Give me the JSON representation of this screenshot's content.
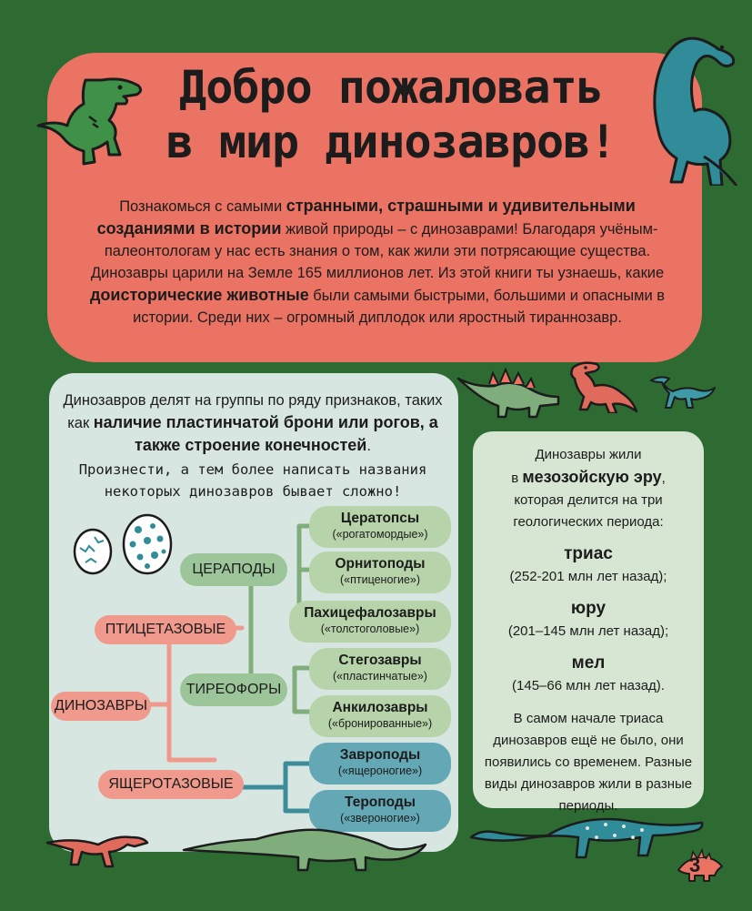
{
  "title": {
    "line1": "Добро пожаловать",
    "line2": "в мир динозавров!"
  },
  "intro": {
    "p1": "Познакомься с самыми ",
    "b1": "странными, страшными и удивительными созданиями в истории",
    "p2": " живой природы – с динозаврами! Благодаря учёным-палеонтологам у нас есть знания о том, как жили эти потрясающие существа. Динозавры царили на Земле 165 миллионов лет. Из этой книги ты узнаешь, какие ",
    "b2": "доисторические животные",
    "p3": " были самыми быстрыми, большими и опасными в истории. Среди них – огромный диплодок или яростный тираннозавр."
  },
  "tree_intro": {
    "p1": "Динозавров делят на группы по ряду признаков, таких как ",
    "b1": "наличие пластинчатой брони или рогов, а также строение конечностей",
    "p2": ".",
    "hand": "Произнести, а тем более написать названия некоторых динозавров бывает сложно!"
  },
  "tree": {
    "root": "ДИНОЗАВРЫ",
    "ornithischia": "ПТИЦЕТАЗОВЫЕ",
    "saurischia": "ЯЩЕРОТАЗОВЫЕ",
    "cerapoda": "ЦЕРАПОДЫ",
    "thyreophora": "ТИРЕОФОРЫ",
    "leaves": [
      {
        "title": "Цератопсы",
        "sub": "(«рогатомордые»)"
      },
      {
        "title": "Орнитоподы",
        "sub": "(«птиценогие»)"
      },
      {
        "title": "Пахицефалозавры",
        "sub": "(«толстоголовые»)"
      },
      {
        "title": "Стегозавры",
        "sub": "(«пластинчатые»)"
      },
      {
        "title": "Анкилозавры",
        "sub": "(«бронированные»)"
      },
      {
        "title": "Завроподы",
        "sub": "(«ящероногие»)"
      },
      {
        "title": "Тероподы",
        "sub": "(«звероногие»)"
      }
    ]
  },
  "era": {
    "intro1": "Динозавры жили",
    "intro2a": "в ",
    "intro2b": "мезозойскую эру",
    "intro2c": ",",
    "intro3": "которая делится на три геологических периода:",
    "periods": [
      {
        "name": "триас",
        "range": "(252-201 млн лет назад);"
      },
      {
        "name": "юру",
        "range": "(201–145 млн лет назад);"
      },
      {
        "name": "мел",
        "range": "(145–66 млн лет назад)."
      }
    ],
    "outro": "В самом начале триаса динозавров ещё не было, они появились со временем. Разные виды динозавров жили в разные периоды."
  },
  "page_number": "3",
  "colors": {
    "background": "#2d6b33",
    "header": "#ea7364",
    "tree_panel": "#d8e6e2",
    "era_panel": "#d7e6d3",
    "line_salmon": "#ef9a8c",
    "line_green": "#7fae7c",
    "line_blue": "#3c8c9a"
  },
  "icons": [
    "t-rex-icon",
    "diplodocus-icon",
    "stegosaurus-icon",
    "red-theropod-icon",
    "blue-theropod-icon",
    "dinosaur-eggs-icon",
    "red-raptor-icon",
    "green-sauropod-icon",
    "blue-sauropod-icon",
    "page-number-stegosaurus-icon"
  ]
}
